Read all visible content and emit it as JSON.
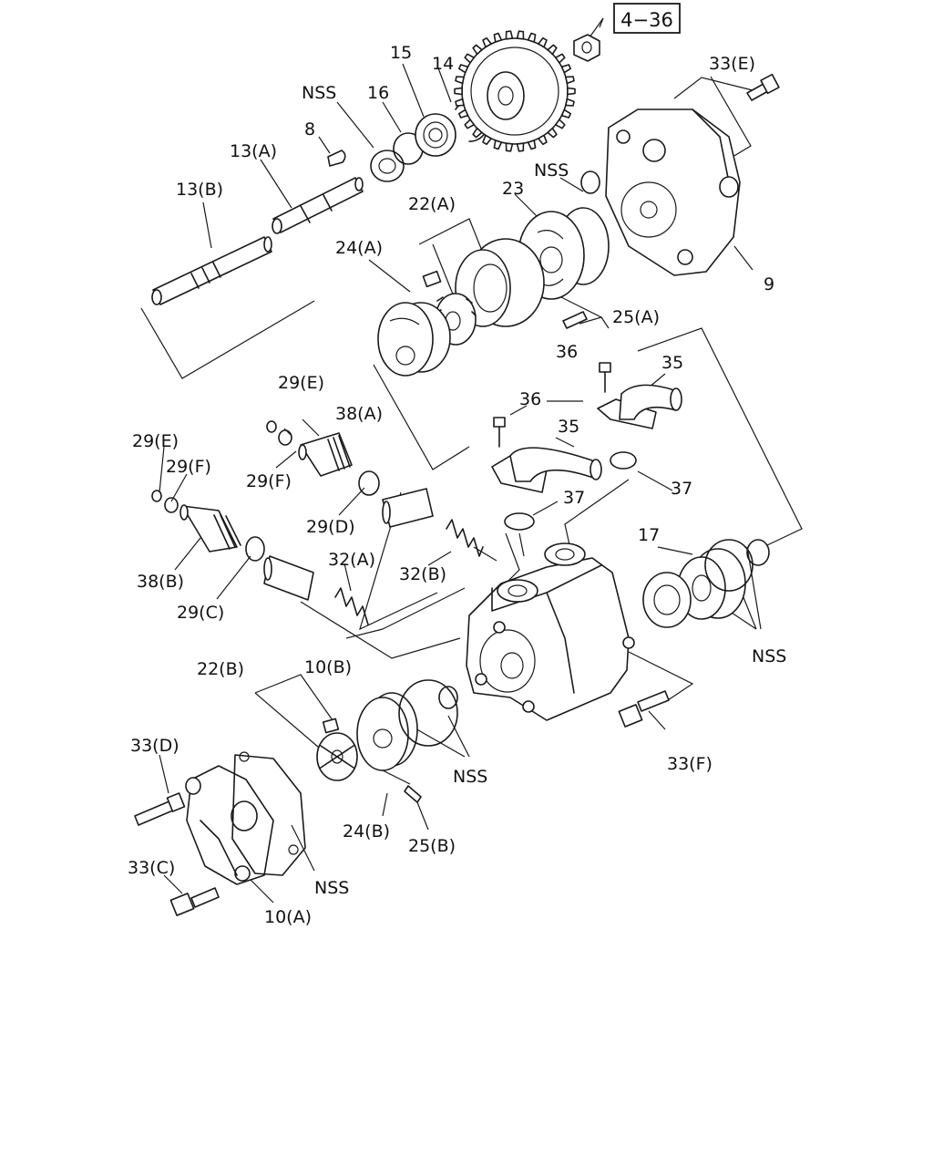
{
  "reference_box": "4−36",
  "labels": {
    "p33E": "33(E)",
    "p15": "15",
    "p14": "14",
    "p16": "16",
    "nss_top": "NSS",
    "p8": "8",
    "p13A": "13(A)",
    "p13B": "13(B)",
    "nss_ring": "NSS",
    "p23": "23",
    "p22A": "22(A)",
    "p24A": "24(A)",
    "p9": "9",
    "p25A": "25(A)",
    "p36a": "36",
    "p35a": "35",
    "p36b": "36",
    "p35b": "35",
    "p29E_a": "29(E)",
    "p38A": "38(A)",
    "p29E_b": "29(E)",
    "p29F_a": "29(F)",
    "p29F_b": "29(F)",
    "p37a": "37",
    "p37b": "37",
    "p29D": "29(D)",
    "p17": "17",
    "p32A": "32(A)",
    "p32B": "32(B)",
    "p38B": "38(B)",
    "p29C": "29(C)",
    "nss_right": "NSS",
    "p10B": "10(B)",
    "p22B": "22(B)",
    "p33D": "33(D)",
    "nss_mid": "NSS",
    "p33F": "33(F)",
    "p24B": "24(B)",
    "p25B": "25(B)",
    "p33C": "33(C)",
    "nss_bottom": "NSS",
    "p10A": "10(A)"
  }
}
